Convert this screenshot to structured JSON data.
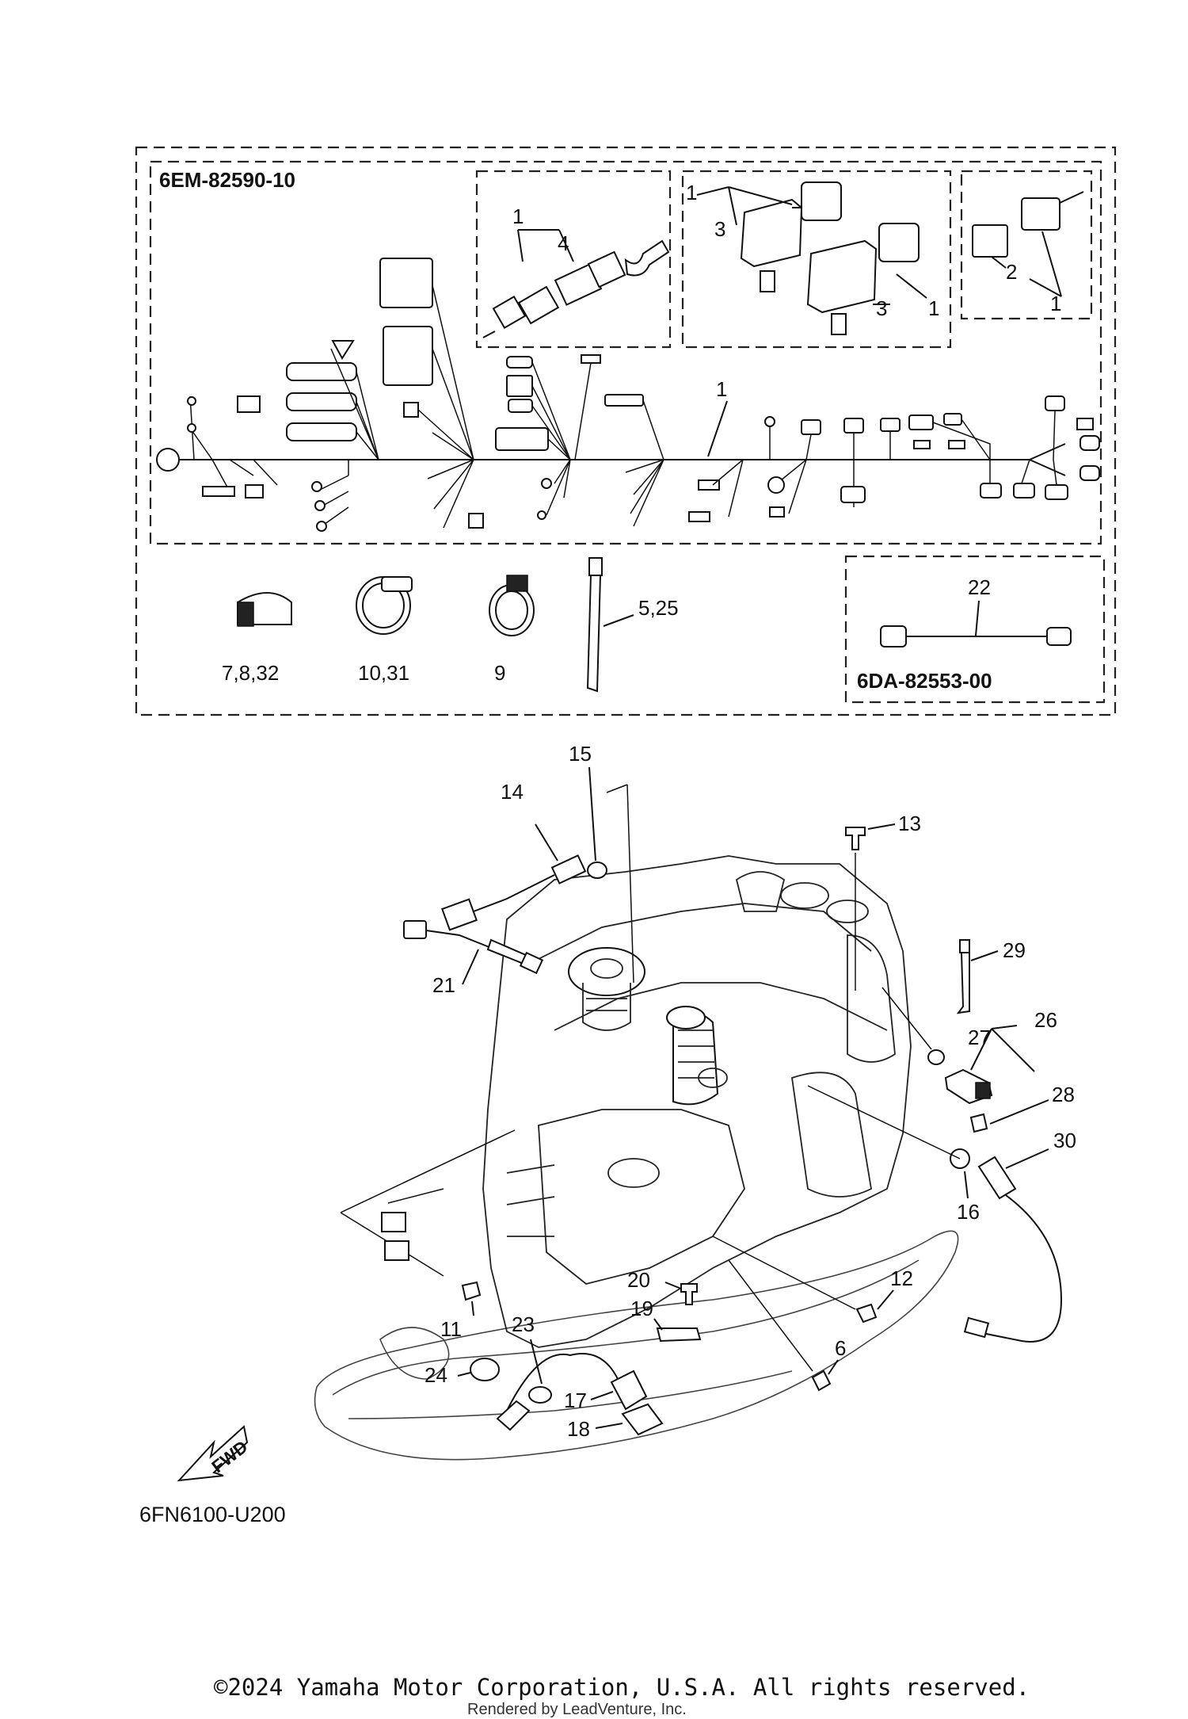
{
  "kit_codes": {
    "harness_kit": "6EM-82590-10",
    "sub_lead_kit": "6DA-82553-00",
    "diagram_ref": "6FN6100-U200"
  },
  "fwd_label": "FWD",
  "callouts": {
    "c1a": "1",
    "c4": "4",
    "c1b": "1",
    "c3a": "3",
    "c3b": "3",
    "c1c": "1",
    "c2": "2",
    "c1d": "1",
    "c1e": "1",
    "c7_8_32": "7,8,32",
    "c10_31": "10,31",
    "c9": "9",
    "c5_25": "5,25",
    "c22": "22",
    "c15": "15",
    "c14": "14",
    "c13": "13",
    "c21": "21",
    "c29": "29",
    "c27": "27",
    "c26": "26",
    "c28": "28",
    "c30": "30",
    "c16": "16",
    "c12": "12",
    "c20": "20",
    "c19": "19",
    "c11": "11",
    "c23": "23",
    "c24": "24",
    "c17": "17",
    "c18": "18",
    "c6": "6"
  },
  "footer": {
    "copyright": "©2024 Yamaha Motor Corporation, U.S.A. All rights reserved.",
    "rendered_by": "Rendered by LeadVenture, Inc."
  }
}
